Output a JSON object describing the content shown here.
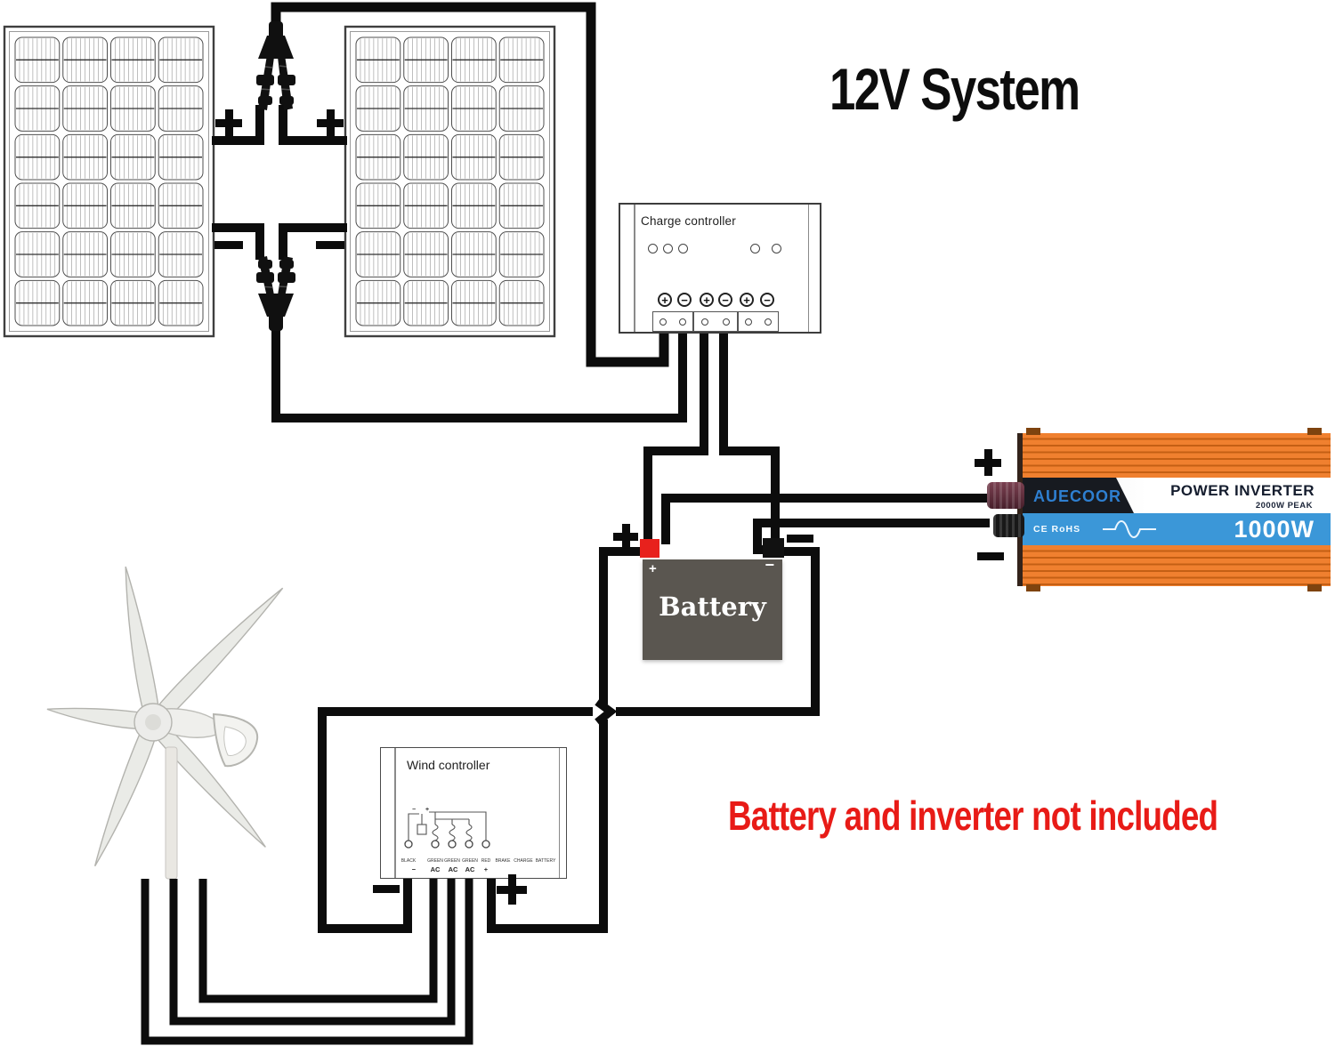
{
  "title": "12V System",
  "note": "Battery and inverter not included",
  "marks": {
    "plus": "+",
    "minus": "−"
  },
  "solar": {
    "panel_count": 2,
    "cell_columns": 4,
    "cell_rows": 6
  },
  "charge_controller": {
    "label": "Charge controller",
    "terminal_signs": [
      "+",
      "−",
      "+",
      "−",
      "+",
      "−"
    ]
  },
  "battery": {
    "label": "Battery",
    "plus_mark": "+",
    "minus_mark": "−"
  },
  "inverter": {
    "brand": "AUECOOR",
    "product": "POWER INVERTER",
    "peak": "2000W PEAK",
    "cert": "CE RoHS",
    "power": "1000W"
  },
  "wind_controller": {
    "label": "Wind controller",
    "schematic_minus": "−",
    "schematic_plus": "+",
    "wire_labels": [
      "BLACK",
      "GREEN",
      "GREEN",
      "GREEN",
      "RED",
      "BRAKE",
      "CHARGE",
      "BATTERY"
    ],
    "terminals": [
      "−",
      "AC",
      "AC",
      "AC",
      "+"
    ]
  },
  "colors": {
    "wire": "#0c0c0c",
    "battery_body": "#5a5650",
    "battery_pos": "#e8211d",
    "battery_neg": "#111111",
    "note_red": "#e81b17",
    "inverter_orange": "#f0802f",
    "inverter_orange_dark": "#c45f14",
    "inverter_blue": "#3b97d8",
    "inverter_dark_band": "#171a20",
    "brand_blue": "#2e7fd0"
  }
}
